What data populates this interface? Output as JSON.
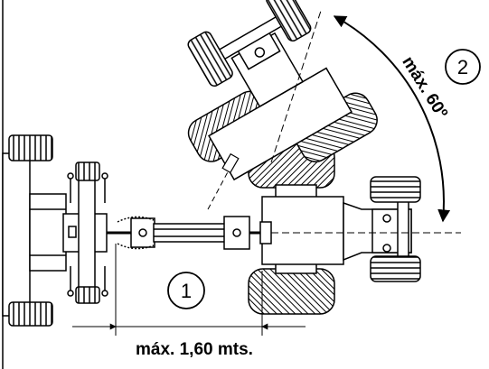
{
  "callouts": [
    {
      "number": "1",
      "label": "máx. 1,60 mts."
    },
    {
      "number": "2",
      "label": "máx. 60º"
    }
  ],
  "colors": {
    "line": "#000000",
    "fill": "#ffffff",
    "tire_shade": "#cfcfcf"
  }
}
